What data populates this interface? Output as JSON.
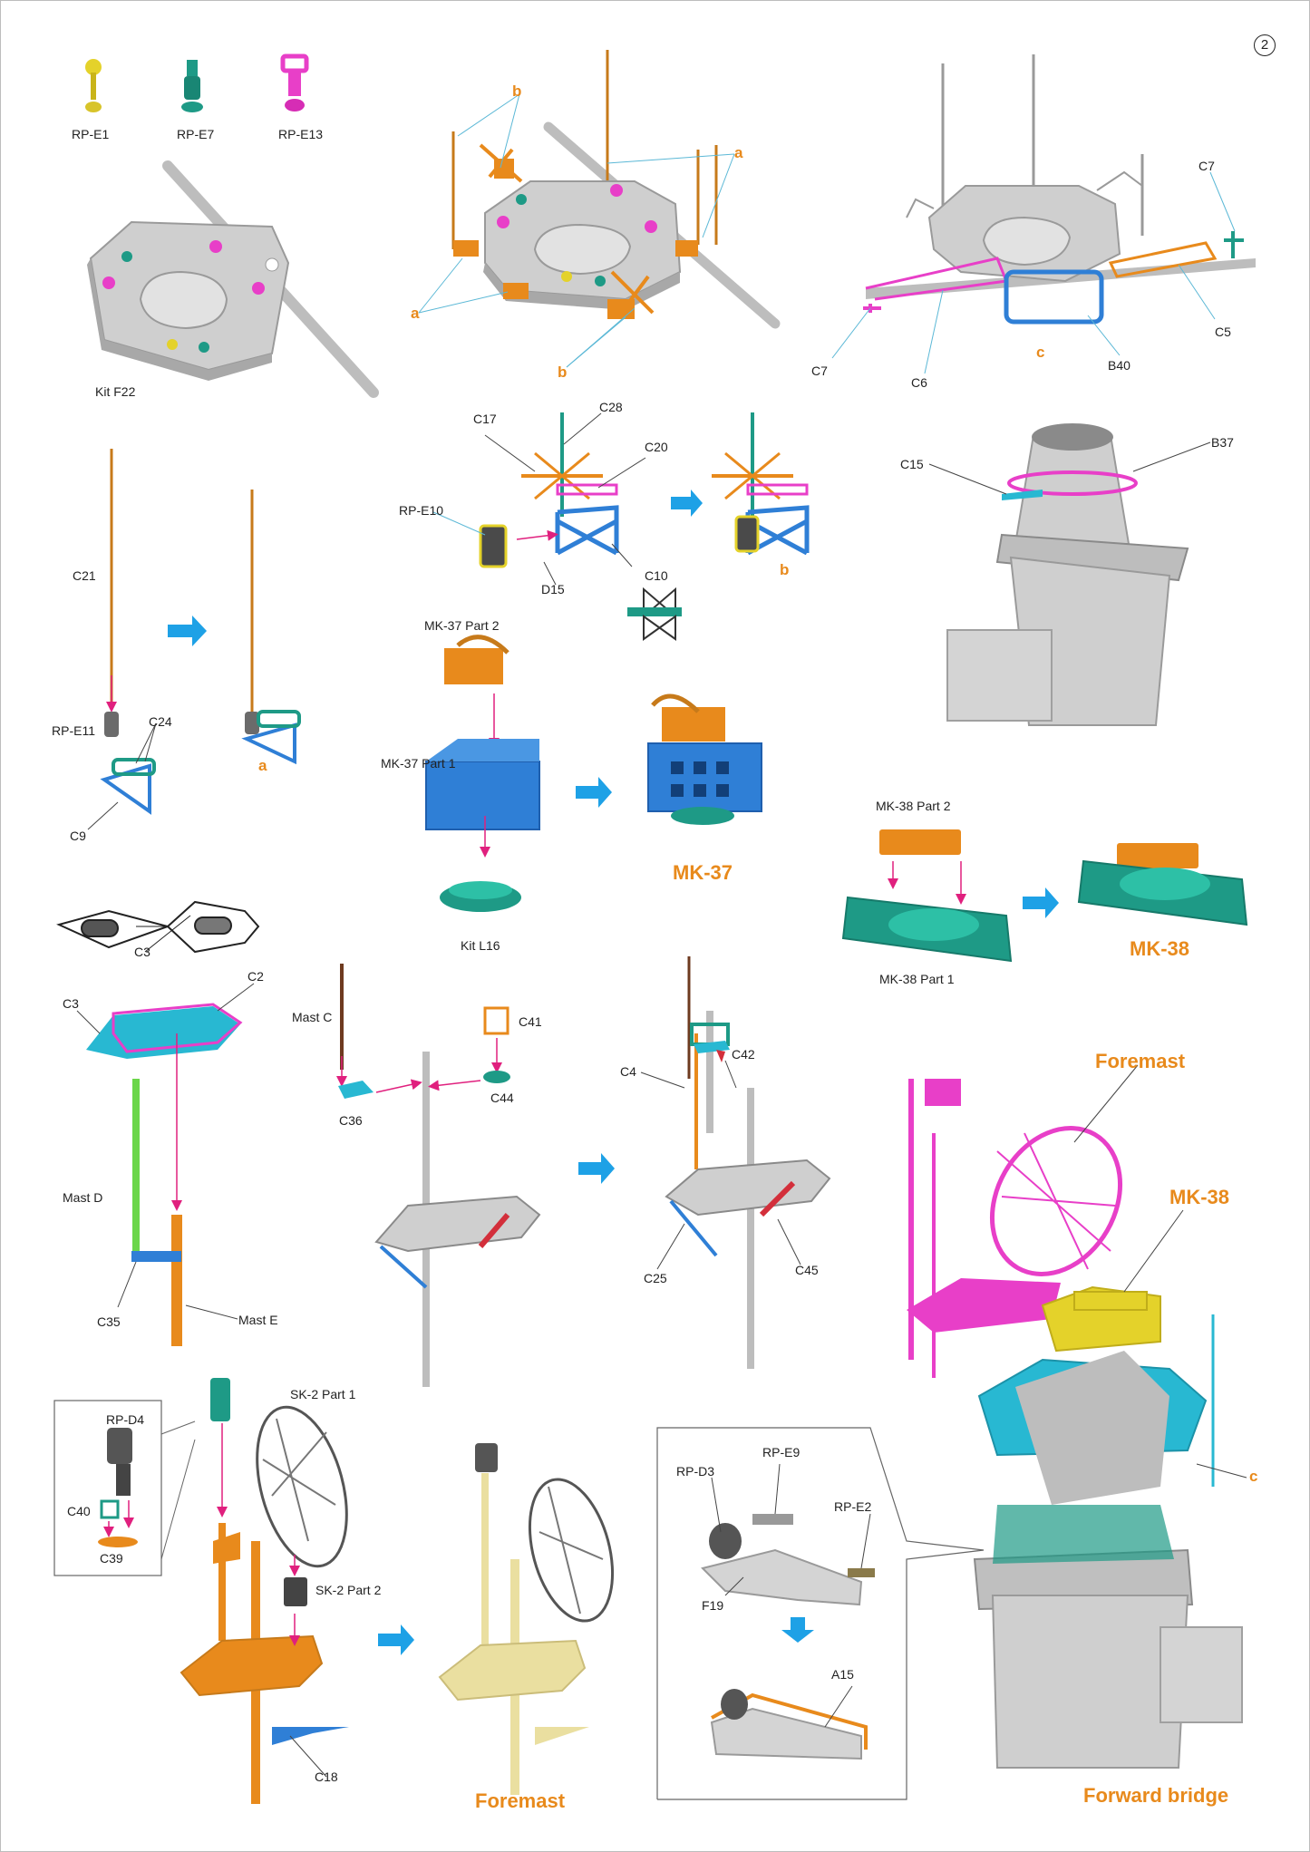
{
  "page_number": "2",
  "colors": {
    "gray": "#cfcfcf",
    "orange": "#e88a1c",
    "blue": "#2f7fd6",
    "teal": "#1e9a86",
    "magenta": "#e83fc8",
    "yellow": "#e4d22a",
    "cyan": "#28b8d2",
    "green": "#6bd64a",
    "red": "#d32f3b",
    "arrow": "#1ea1e6",
    "guide_line": "#5bb8d6",
    "pointer": "#e0207e",
    "cream": "#eadfa0",
    "brown": "#6e3a1f"
  },
  "labels": {
    "rp_e1": "RP-E1",
    "rp_e7": "RP-E7",
    "rp_e13": "RP-E13",
    "kit_f22": "Kit F22",
    "a": "a",
    "b": "b",
    "c": "c",
    "c7": "C7",
    "c5": "C5",
    "c6": "C6",
    "b40": "B40",
    "c17": "C17",
    "c28": "C28",
    "c20": "C20",
    "rp_e10": "RP-E10",
    "d15": "D15",
    "c10": "C10",
    "c15": "C15",
    "b37": "B37",
    "c21": "C21",
    "rp_e11": "RP-E11",
    "c24": "C24",
    "c9": "C9",
    "mk37_part2": "MK-37 Part 2",
    "mk37_part1": "MK-37 Part 1",
    "kit_l16": "Kit L16",
    "mk37": "MK-37",
    "mk38_part2": "MK-38 Part 2",
    "mk38_part1": "MK-38 Part 1",
    "mk38": "MK-38",
    "c3": "C3",
    "c2": "C2",
    "mast_d": "Mast D",
    "c35": "C35",
    "mast_e": "Mast E",
    "mast_c": "Mast C",
    "c41": "C41",
    "c36": "C36",
    "c44": "C44",
    "c4": "C4",
    "c42": "C42",
    "c25": "C25",
    "c45": "C45",
    "foremast": "Foremast",
    "forward_bridge": "Forward bridge",
    "rp_d4": "RP-D4",
    "c40": "C40",
    "c39": "C39",
    "sk2_part1": "SK-2 Part 1",
    "sk2_part2": "SK-2 Part 2",
    "c18": "C18",
    "rp_d3": "RP-D3",
    "rp_e9": "RP-E9",
    "rp_e2": "RP-E2",
    "f19": "F19",
    "a15": "A15"
  }
}
